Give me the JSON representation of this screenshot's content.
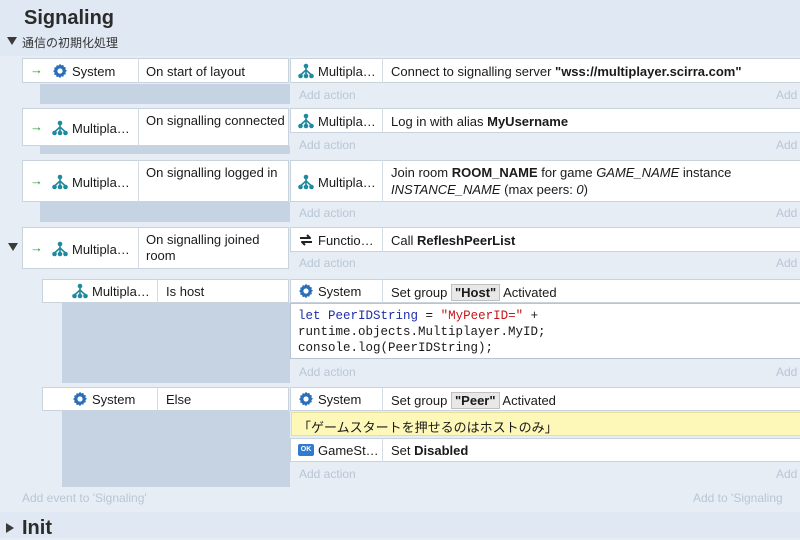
{
  "group": {
    "title": "Signaling",
    "description": "通信の初期化処理"
  },
  "add_action": "Add action",
  "add_action_short": "Add",
  "events": {
    "e1": {
      "cond_object": "System",
      "cond_text": "On start of layout",
      "act_object": "Multipla…",
      "act_text_pre": "Connect to signalling server ",
      "act_text_bold": "\"wss://multiplayer.scirra.com\""
    },
    "e2": {
      "cond_object": "Multipla…",
      "cond_text": "On signalling connected",
      "act_object": "Multipla…",
      "act_text_pre": "Log in with alias ",
      "act_text_bold": "MyUsername"
    },
    "e3": {
      "cond_object": "Multipla…",
      "cond_text": "On signalling logged in",
      "act_object": "Multipla…",
      "act_line1_pre": "Join room ",
      "act_line1_bold": "ROOM_NAME",
      "act_line1_mid": " for game ",
      "act_line1_ital": "GAME_NAME",
      "act_line1_post": " instance",
      "act_line2_ital": "INSTANCE_NAME",
      "act_line2_post": " (max peers: ",
      "act_line2_ital2": "0",
      "act_line2_end": ")"
    },
    "e4": {
      "cond_object": "Multipla…",
      "cond_text": "On signalling joined room",
      "act_object": "Functio…",
      "act_text_pre": "Call ",
      "act_text_bold": "RefleshPeerList"
    },
    "sub_host": {
      "cond_object": "Multipla…",
      "cond_text": "Is host",
      "act_object": "System",
      "act_text_pre": "Set group ",
      "act_badge": "\"Host\"",
      "act_text_post": " Activated",
      "code_kw": "let",
      "code_var": "PeerIDString",
      "code_eq": " = ",
      "code_str": "\"MyPeerID=\"",
      "code_plus": " +",
      "code_line2": "runtime.objects.Multiplayer.MyID;",
      "code_line3": "console.log(PeerIDString);"
    },
    "sub_else": {
      "cond_object": "System",
      "cond_text": "Else",
      "act_object": "System",
      "act_text_pre": "Set group ",
      "act_badge": "\"Peer\"",
      "act_text_post": " Activated",
      "comment": "「ゲームスタートを押せるのはホストのみ」",
      "act2_object": "GameSt…",
      "act2_pre": "Set ",
      "act2_bold": "Disabled",
      "ok_label": "OK"
    }
  },
  "footer": {
    "add_event": "Add event to 'Signaling'",
    "add_to": "Add to 'Signaling"
  },
  "next_group": {
    "title": "Init"
  }
}
